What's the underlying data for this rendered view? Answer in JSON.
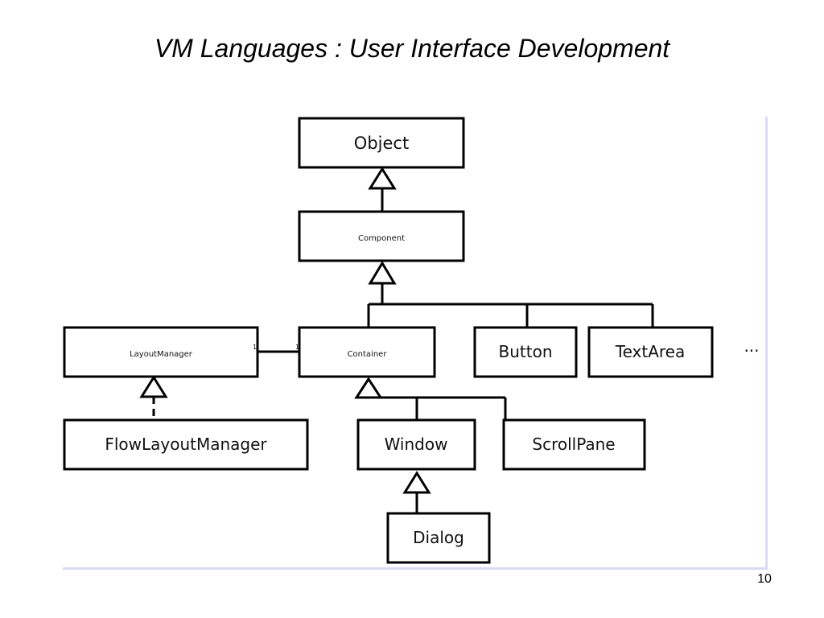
{
  "slide": {
    "title": "VM Languages : User Interface Development",
    "page_number": "10"
  },
  "diagram": {
    "classes": {
      "object": "Object",
      "component": "Component",
      "layout_manager": "LayoutManager",
      "container": "Container",
      "button": "Button",
      "text_area": "TextArea",
      "flow_layout_manager": "FlowLayoutManager",
      "window": "Window",
      "scroll_pane": "ScrollPane",
      "dialog": "Dialog"
    },
    "ellipsis": "...",
    "association": {
      "multiplicity_layout_side": "1",
      "multiplicity_container_side": "1"
    }
  }
}
